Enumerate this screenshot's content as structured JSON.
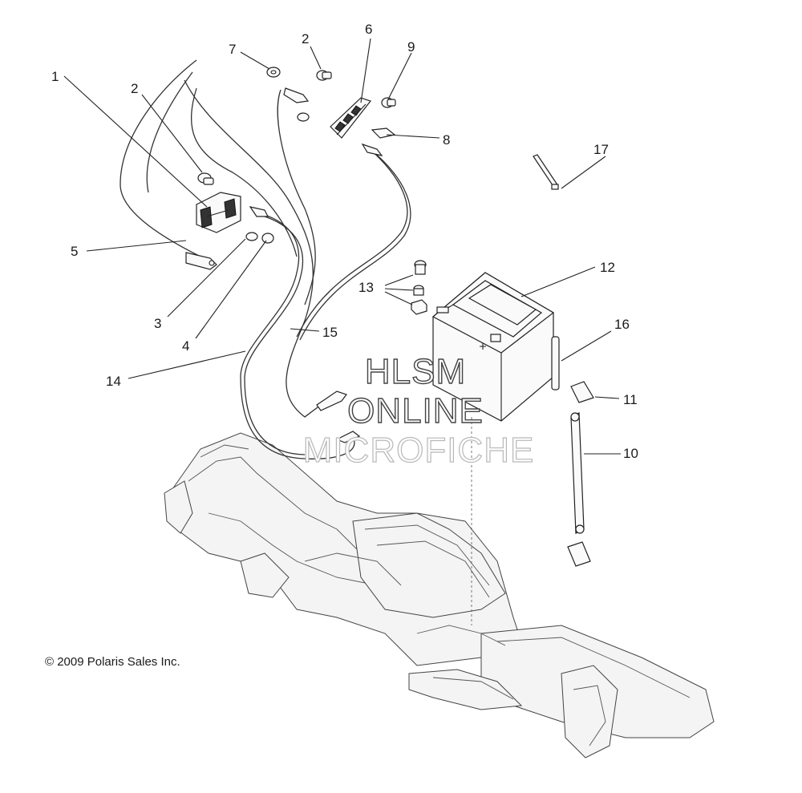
{
  "callouts": {
    "c1": "1",
    "c2a": "2",
    "c2b": "2",
    "c3": "3",
    "c4": "4",
    "c5": "5",
    "c6": "6",
    "c7": "7",
    "c8": "8",
    "c9": "9",
    "c10": "10",
    "c11": "11",
    "c12": "12",
    "c13": "13",
    "c14": "14",
    "c15": "15",
    "c16": "16",
    "c17": "17"
  },
  "watermark": {
    "line1": "HLSM",
    "line2": "ONLINE",
    "line3": "MICROFICHE"
  },
  "copyright": "© 2009 Polaris Sales Inc."
}
